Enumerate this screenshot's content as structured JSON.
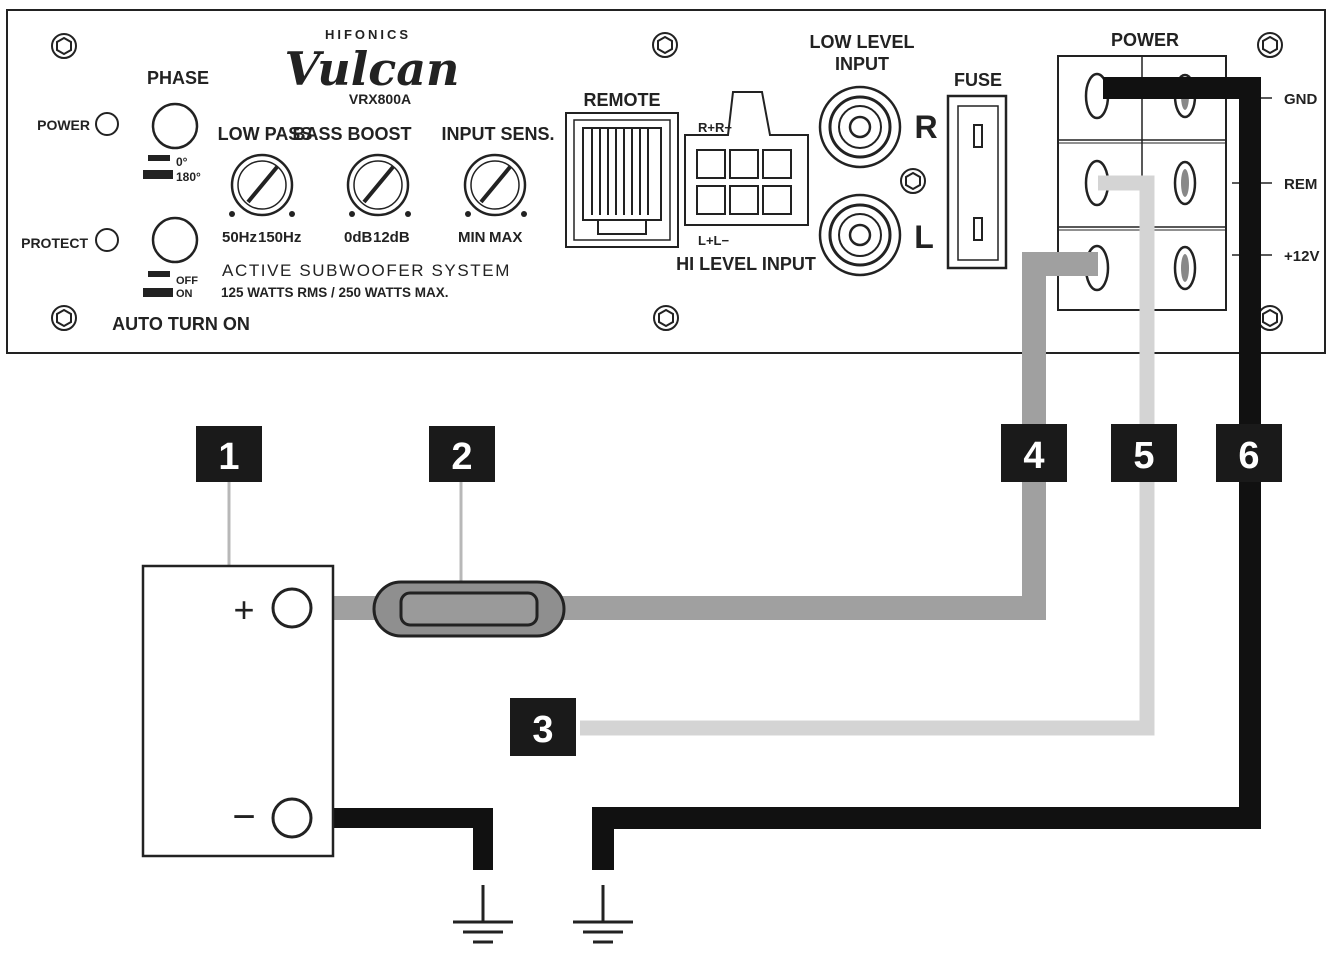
{
  "panel": {
    "brand_small": "HIFONICS",
    "brand_script": "Vulcan",
    "model": "VRX800A",
    "tagline": "ACTIVE SUBWOOFER SYSTEM",
    "rating": "125 WATTS RMS / 250 WATTS MAX."
  },
  "leds": {
    "power_label": "POWER",
    "protect_label": "PROTECT"
  },
  "phase": {
    "title": "PHASE",
    "opt_0": "0°",
    "opt_180": "180°"
  },
  "auto_turn_on": {
    "title": "AUTO TURN ON",
    "opt_off": "OFF",
    "opt_on": "ON"
  },
  "knobs": {
    "low_pass_title": "LOW PASS",
    "low_pass_min": "50Hz",
    "low_pass_max": "150Hz",
    "bass_boost_title": "BASS BOOST",
    "bass_boost_min": "0dB",
    "bass_boost_max": "12dB",
    "input_sens_title": "INPUT SENS.",
    "input_sens_min": "MIN",
    "input_sens_max": "MAX"
  },
  "remote": {
    "label": "REMOTE"
  },
  "hi_level": {
    "label": "HI LEVEL INPUT",
    "top_pins": "R+R−",
    "bottom_pins": "L+L−"
  },
  "low_level": {
    "label_line1": "LOW LEVEL",
    "label_line2": "INPUT",
    "right": "R",
    "left": "L"
  },
  "fuse": {
    "label": "FUSE"
  },
  "power_block": {
    "title": "POWER",
    "gnd": "GND",
    "rem": "REM",
    "plus12": "+12V"
  },
  "battery": {
    "plus": "+",
    "minus": "−"
  },
  "callouts": [
    "1",
    "2",
    "3",
    "4",
    "5",
    "6"
  ],
  "colors": {
    "wire_positive": "#a0a0a0",
    "wire_remote": "#d4d4d4",
    "wire_ground": "#111111",
    "badge": "#1a1a1a"
  }
}
